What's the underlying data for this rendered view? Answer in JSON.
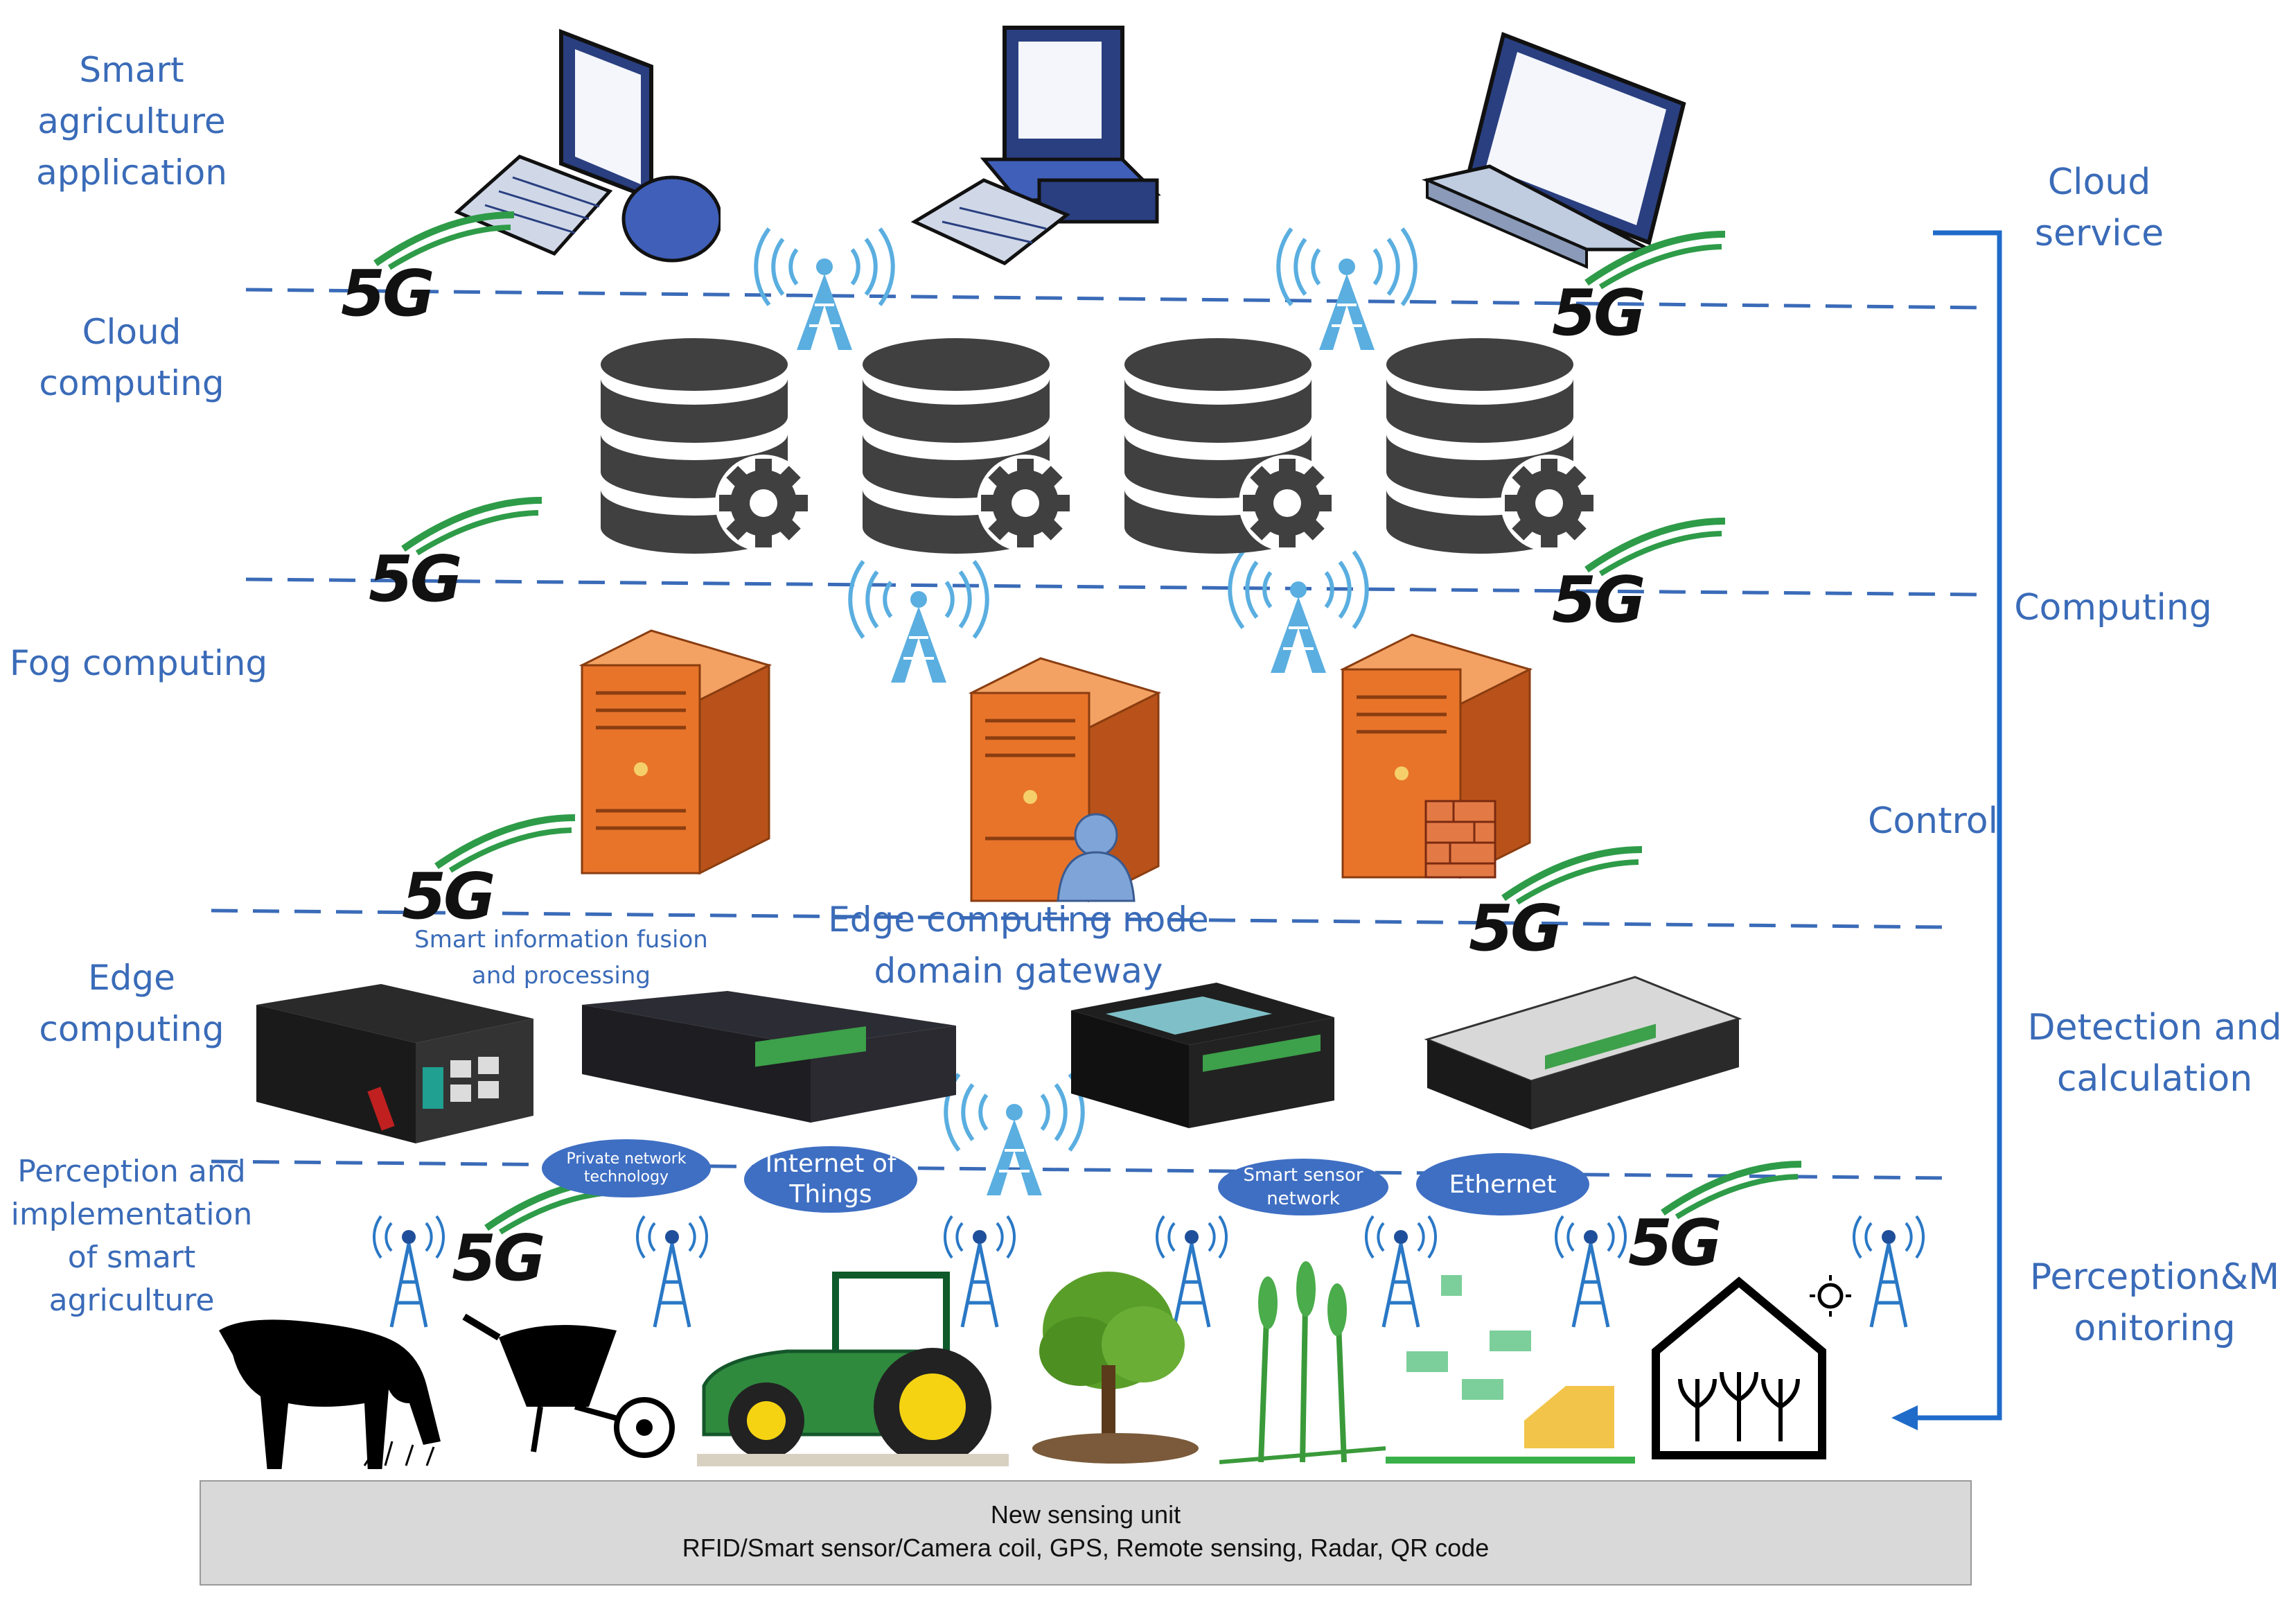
{
  "layers": {
    "app": "Smart agriculture application",
    "cloud": "Cloud computing",
    "fog": "Fog computing",
    "edge": "Edge computing",
    "perception": "Perception and implementation of smart agriculture"
  },
  "right_flow": {
    "cloud_service": "Cloud service",
    "computing": "Computing",
    "control": "Control",
    "detection": "Detection and calculation",
    "perception": "Perception&Monitoring"
  },
  "edge_annotations": {
    "fusion": "Smart information fusion and processing",
    "gateway": "Edge computing node domain gateway"
  },
  "networks": {
    "private": "Private network technology",
    "iot": "Internet of Things",
    "sensor": "Smart sensor network",
    "ethernet": "Ethernet"
  },
  "badge_5g": "5G",
  "sensing_unit": {
    "title": "New sensing unit",
    "items": "RFID/Smart sensor/Camera coil, GPS, Remote sensing, Radar, QR code"
  },
  "colors": {
    "label_blue": "#3a6bb8",
    "dash_line": "#3a6bb8",
    "server_orange": "#e8742a",
    "db_gray": "#404040",
    "tower_blue": "#5aaee0",
    "bubble_blue": "#3f6fc3",
    "box_gray": "#d9d9d9"
  }
}
